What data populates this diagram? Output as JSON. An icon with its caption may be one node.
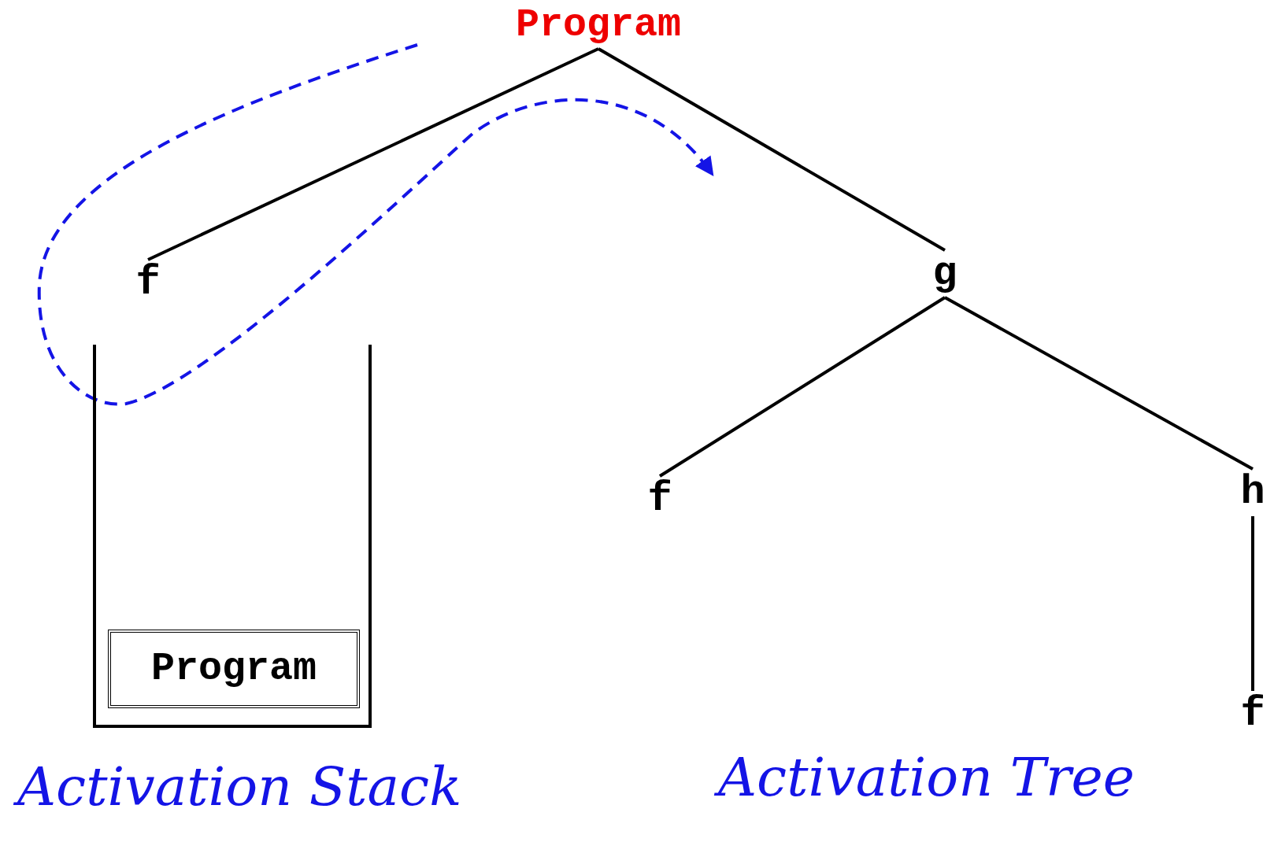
{
  "diagram": {
    "nodes": [
      {
        "text": [
          "Program"
        ]
      },
      {
        "text": [
          "f"
        ]
      },
      {
        "text": [
          "g"
        ]
      },
      {
        "text": [
          "f"
        ]
      },
      {
        "text": [
          "h"
        ]
      },
      {
        "text": [
          "f"
        ]
      },
      {
        "text": [],
        "shape": "box"
      },
      {
        "text": [
          "Program"
        ],
        "in": 6
      }
    ],
    "edges": [
      {
        "from": 0,
        "to": 1,
        "arrow": "none"
      },
      {
        "from": 0,
        "to": 2,
        "arrow": "none"
      },
      {
        "from": 2,
        "to": 3,
        "arrow": "none"
      },
      {
        "from": 2,
        "to": 4,
        "arrow": "none"
      },
      {
        "from": 4,
        "to": 5,
        "arrow": "none"
      }
    ],
    "labels": [
      "Activation Stack",
      "Activation Tree"
    ]
  }
}
